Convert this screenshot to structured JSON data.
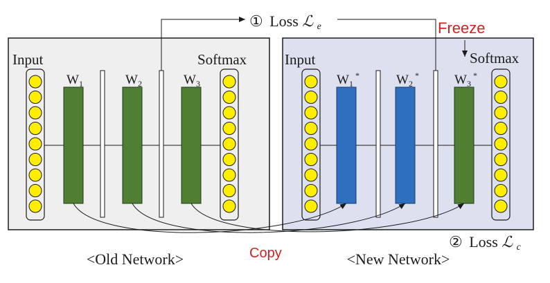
{
  "loss_e": {
    "circle_num": "①",
    "text": "Loss ",
    "symbol": "ℒ",
    "sub": "e"
  },
  "loss_c": {
    "circle_num": "②",
    "text": "Loss ",
    "symbol": "ℒ",
    "sub": "c"
  },
  "freeze_label": "Freeze",
  "copy_label": "Copy",
  "old_network": {
    "caption": "<Old Network>",
    "input_label": "Input",
    "softmax_label": "Softmax",
    "w1": {
      "base": "W",
      "sub": "1"
    },
    "w2": {
      "base": "W",
      "sub": "2"
    },
    "w3": {
      "base": "W",
      "sub": "3"
    }
  },
  "new_network": {
    "caption": "<New Network>",
    "input_label": "Input",
    "softmax_label": "Softmax",
    "w1": {
      "base": "W",
      "sub": "1",
      "sup": "*"
    },
    "w2": {
      "base": "W",
      "sub": "2",
      "sup": "*"
    },
    "w3": {
      "base": "W",
      "sub": "3",
      "sup": "*"
    }
  },
  "colors": {
    "old_panel": "#efefef",
    "new_panel": "#dde1ef",
    "neuron_fill": "#ffee00",
    "frozen_weight": "#4f7f33",
    "trainable_weight": "#2f6fc0",
    "accent_red": "#d42020"
  }
}
